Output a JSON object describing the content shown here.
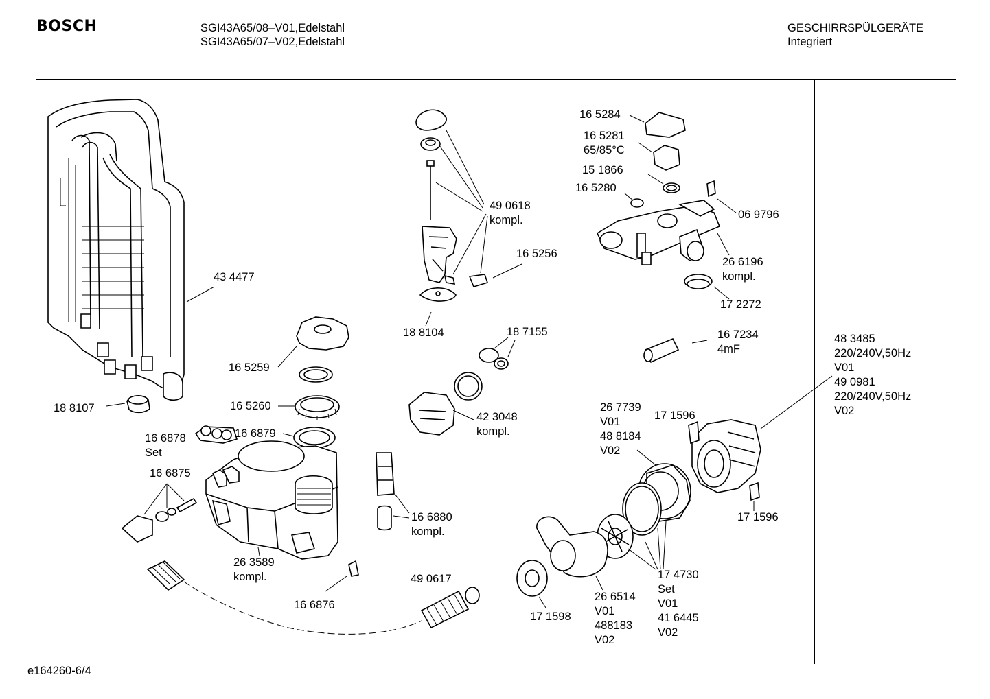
{
  "header": {
    "brand": "BOSCH",
    "model_line_1": "SGI43A65/08–V01,Edelstahl",
    "model_line_2": "SGI43A65/07–V02,Edelstahl",
    "category_line_1": "GESCHIRRSPÜLGERÄTE",
    "category_line_2": "Integriert"
  },
  "footer": {
    "drawing_id": "e164260-6/4"
  },
  "parts": [
    {
      "id": "p434477",
      "lines": [
        "43 4477"
      ]
    },
    {
      "id": "p188107",
      "lines": [
        "18 8107"
      ]
    },
    {
      "id": "p490618",
      "lines": [
        "49 0618",
        "kompl."
      ]
    },
    {
      "id": "p165256",
      "lines": [
        "16 5256"
      ]
    },
    {
      "id": "p188104",
      "lines": [
        "18 8104"
      ]
    },
    {
      "id": "p165259",
      "lines": [
        "16 5259"
      ]
    },
    {
      "id": "p165260",
      "lines": [
        "16 5260"
      ]
    },
    {
      "id": "p166878",
      "lines": [
        "16 6878",
        "Set"
      ]
    },
    {
      "id": "p166879",
      "lines": [
        "16 6879"
      ]
    },
    {
      "id": "p166875",
      "lines": [
        "16 6875"
      ]
    },
    {
      "id": "p263589",
      "lines": [
        "26 3589",
        "kompl."
      ]
    },
    {
      "id": "p166876",
      "lines": [
        "16 6876"
      ]
    },
    {
      "id": "p187155",
      "lines": [
        "18 7155"
      ]
    },
    {
      "id": "p423048",
      "lines": [
        "42 3048",
        "kompl."
      ]
    },
    {
      "id": "p166880",
      "lines": [
        "16 6880",
        "kompl."
      ]
    },
    {
      "id": "p490617",
      "lines": [
        "49 0617"
      ]
    },
    {
      "id": "p165284",
      "lines": [
        "16 5284"
      ]
    },
    {
      "id": "p165281",
      "lines": [
        "16 5281",
        "65/85°C"
      ]
    },
    {
      "id": "p151866",
      "lines": [
        "15 1866"
      ]
    },
    {
      "id": "p165280",
      "lines": [
        "16 5280"
      ]
    },
    {
      "id": "p069796",
      "lines": [
        "06 9796"
      ]
    },
    {
      "id": "p266196",
      "lines": [
        "26 6196",
        "kompl."
      ]
    },
    {
      "id": "p172272",
      "lines": [
        "17 2272"
      ]
    },
    {
      "id": "p167234",
      "lines": [
        "16 7234",
        "4mF"
      ]
    },
    {
      "id": "p267739",
      "lines": [
        "26 7739",
        "V01",
        "48 8184",
        "V02"
      ]
    },
    {
      "id": "p171596a",
      "lines": [
        "17 1596"
      ]
    },
    {
      "id": "p171596b",
      "lines": [
        "17 1596"
      ]
    },
    {
      "id": "p483485",
      "lines": [
        "48 3485",
        "220/240V,50Hz",
        "V01",
        "49 0981",
        "220/240V,50Hz",
        "V02"
      ]
    },
    {
      "id": "p171598",
      "lines": [
        "17 1598"
      ]
    },
    {
      "id": "p266514",
      "lines": [
        "26 6514",
        "V01",
        "488183",
        "V02"
      ]
    },
    {
      "id": "p174730",
      "lines": [
        "17 4730",
        "Set",
        "V01",
        "41 6445",
        "V02"
      ]
    }
  ]
}
